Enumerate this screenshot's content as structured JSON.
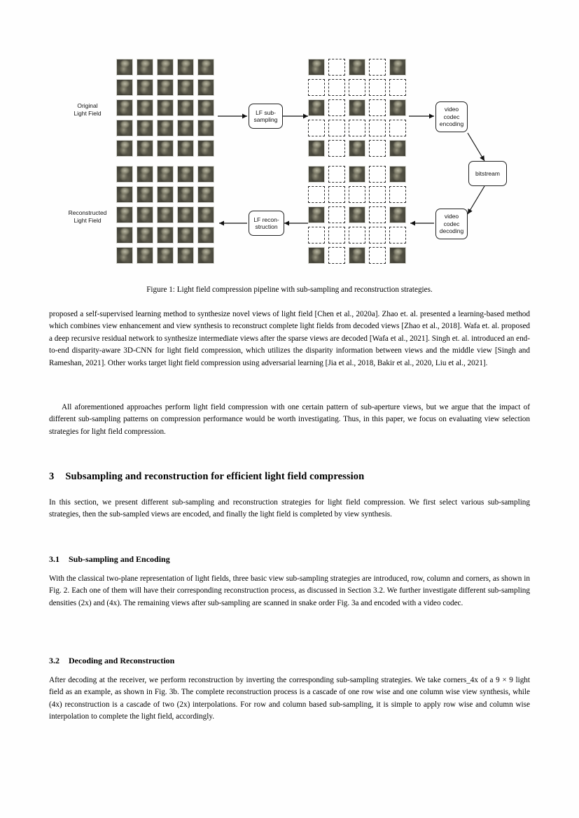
{
  "figure": {
    "caption": "Figure 1: Light field compression pipeline with sub-sampling and reconstruction strategies.",
    "labels": {
      "original": "Original\nLight Field",
      "reconstructed": "Reconstructed\nLight Field"
    },
    "boxes": {
      "lf_subsampling": "LF sub-\nsampling",
      "video_codec_encoding": "video\ncodec\nencoding",
      "bitstream": "bitstream",
      "video_codec_decoding": "video\ncodec\ndecoding",
      "lf_reconstruction": "LF recon-\nstruction"
    },
    "grid": {
      "rows": 5,
      "cols": 5,
      "full_pattern": [
        [
          1,
          1,
          1,
          1,
          1
        ],
        [
          1,
          1,
          1,
          1,
          1
        ],
        [
          1,
          1,
          1,
          1,
          1
        ],
        [
          1,
          1,
          1,
          1,
          1
        ],
        [
          1,
          1,
          1,
          1,
          1
        ]
      ],
      "subsampled_pattern": [
        [
          1,
          0,
          1,
          0,
          1
        ],
        [
          0,
          0,
          0,
          0,
          0
        ],
        [
          1,
          0,
          1,
          0,
          1
        ],
        [
          0,
          0,
          0,
          0,
          0
        ],
        [
          1,
          0,
          1,
          0,
          1
        ]
      ]
    },
    "colors": {
      "thumbnail_base": "#4e4e44",
      "outline": "#222222",
      "dashed_outline": "#2b2b2b"
    }
  },
  "body": {
    "para1": "proposed a self-supervised learning method to synthesize novel views of light field [Chen et al., 2020a]. Zhao et. al. presented a learning-based method which combines view enhancement and view synthesis to reconstruct complete light fields from decoded views [Zhao et al., 2018]. Wafa et. al. proposed a deep recursive residual network to synthesize intermediate views after the sparse views are decoded [Wafa et al., 2021]. Singh et. al. introduced an end-to-end disparity-aware 3D-CNN for light field compression, which utilizes the disparity information between views and the middle view [Singh and Rameshan, 2021]. Other works target light field compression using adversarial learning [Jia et al., 2018, Bakir et al., 2020, Liu et al., 2021].",
    "para2": "All aforementioned approaches perform light field compression with one certain pattern of sub-aperture views, but we argue that the impact of different sub-sampling patterns on compression performance would be worth investigating. Thus, in this paper, we focus on evaluating view selection strategies for light field compression.",
    "section3": {
      "number": "3",
      "title": "Subsampling and reconstruction for efficient light field compression",
      "intro": "In this section, we present different sub-sampling and reconstruction strategies for light field compression. We first select various sub-sampling strategies, then the sub-sampled views are encoded, and finally the light field is completed by view synthesis."
    },
    "section31": {
      "number": "3.1",
      "title": "Sub-sampling and Encoding",
      "text": "With the classical two-plane representation of light fields, three basic view sub-sampling strategies are introduced, row, column and corners, as shown in Fig. 2. Each one of them will have their corresponding reconstruction process, as discussed in Section 3.2. We further investigate different sub-sampling densities (2x) and (4x). The remaining views after sub-sampling are scanned in snake order Fig. 3a and encoded with a video codec."
    },
    "section32": {
      "number": "3.2",
      "title": "Decoding and Reconstruction",
      "text": "After decoding at the receiver, we perform reconstruction by inverting the corresponding sub-sampling strategies. We take corners_4x of a 9 × 9 light field as an example, as shown in Fig. 3b. The complete reconstruction process is a cascade of one row wise and one column wise view synthesis, while (4x) reconstruction is a cascade of two (2x) interpolations. For row and column based sub-sampling, it is simple to apply row wise and column wise interpolation to complete the light field, accordingly."
    }
  }
}
